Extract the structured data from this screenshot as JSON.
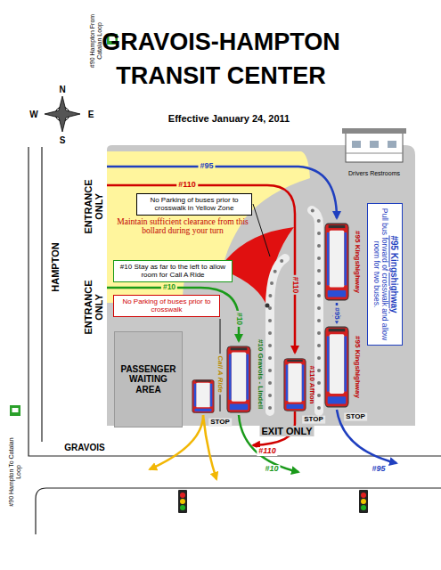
{
  "diagram": {
    "title": "GRAVOIS-HAMPTON TRANSIT CENTER",
    "caption": "Effective January 24, 2011",
    "nodes": [
      {
        "text": [
          "No Parking of buses prior to crosswalk in Yellow Zone"
        ]
      },
      {
        "text": [
          "#95 Kingshighway",
          "Pull bus forward of crosswalk and allow room for two buses."
        ]
      },
      {
        "text": [
          "#10 Stay as far to the left to allow room for Call A Ride"
        ]
      },
      {
        "text": [
          "No Parking of buses prior to crosswalk"
        ]
      },
      {
        "text": [
          "PASSENGER WAITING AREA"
        ]
      }
    ],
    "labels": [
      "N",
      "W",
      "E",
      "S",
      "#90 Hampton From Catalan Loop",
      "#95",
      "#110",
      "Drivers Restrooms",
      "ENTRANCE ONLY",
      "HAMPTON",
      "Maintain sufficient clearance from this bollard during your turn",
      "#10",
      "#10",
      "#110",
      "#95",
      "ENTRANCE ONLY",
      "#90 Hampton To Catalan Loop",
      "Call A Ride",
      "#10 Gravois - Lindell",
      "#110 Affton",
      "#95 Kingshighway",
      "#95 Kingshighway",
      "STOP",
      "STOP",
      "STOP",
      "EXIT ONLY",
      "#110",
      "GRAVOIS",
      "#10",
      "#95"
    ]
  }
}
